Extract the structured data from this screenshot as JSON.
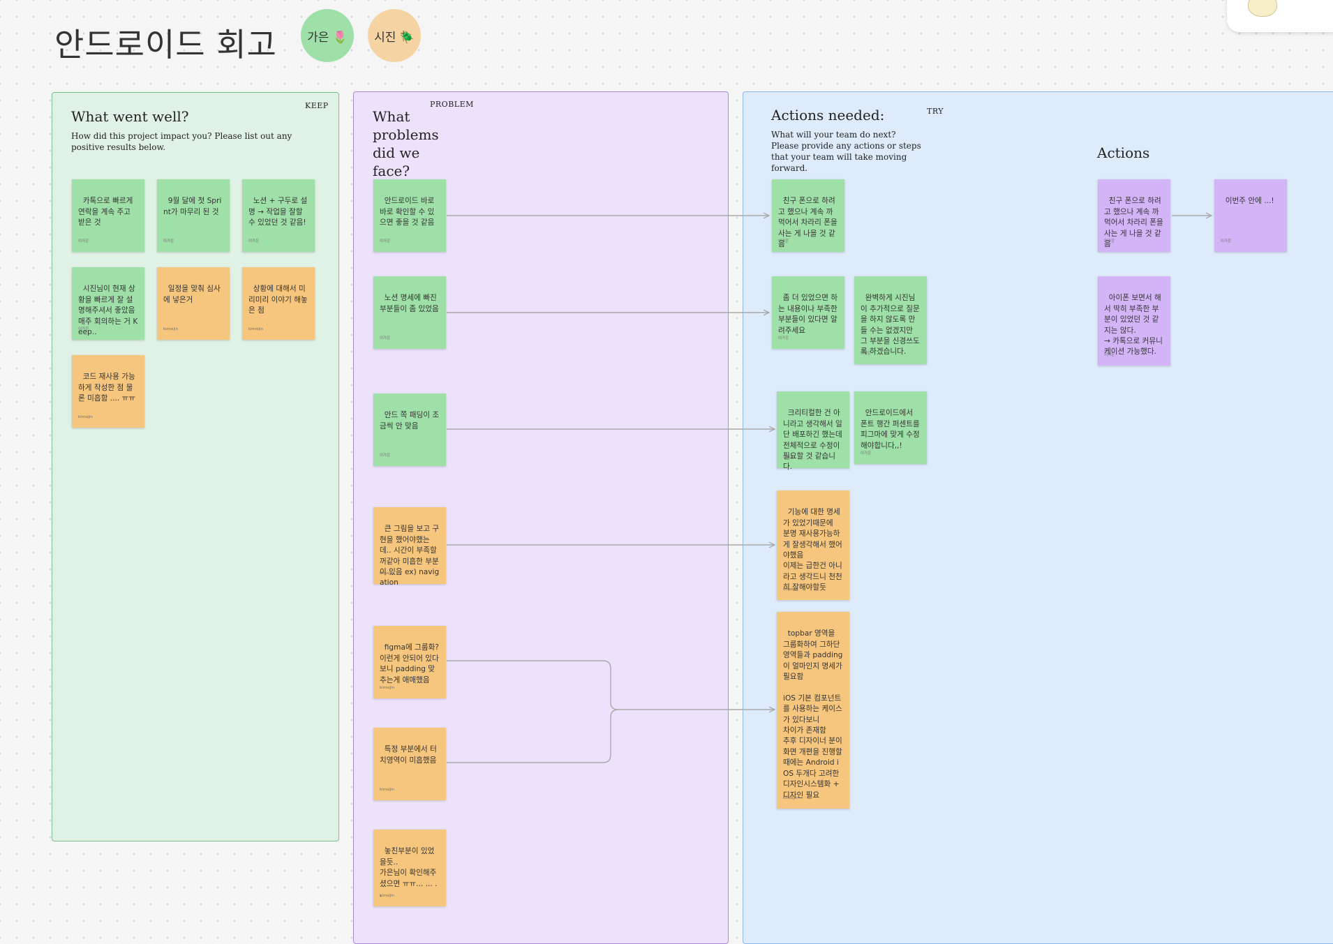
{
  "board": {
    "title": "안드로이드 회고"
  },
  "avatars": [
    {
      "label": "가은 🌷",
      "color": "#9fe0a8"
    },
    {
      "label": "시진 🪲",
      "color": "#f6d3a3"
    }
  ],
  "sections": {
    "keep": {
      "tag": "KEEP",
      "heading": "What went well?",
      "description": "How did this project impact you? Please list out any positive results below.",
      "notes": [
        {
          "text": "카톡으로 빠르게 연락을 계속 주고 받은 것",
          "author": "이가은",
          "color": "green"
        },
        {
          "text": "9월 달에 첫 Sprint가 마무리 된 것",
          "author": "이가은",
          "color": "green"
        },
        {
          "text": "노션 + 구두로 설명 → 작업을 잘할 수 있었던 것 같음!",
          "author": "이가은",
          "color": "green"
        },
        {
          "text": "시진님이 현재 상황을 빠르게 잘 설명해주셔서 좋았음 매주 회의하는 거 Keep..",
          "author": "이가은",
          "color": "green"
        },
        {
          "text": "일정을 맞춰 심사에 넣은거",
          "author": "kimsijin",
          "color": "orange"
        },
        {
          "text": "상황에 대해서 미리미리 이야기 해놓은 점",
          "author": "kimsijin",
          "color": "orange"
        },
        {
          "text": "코드 재사용 가능하게 작성한 점 물론 미흡함 .... ㅠㅠ",
          "author": "kimsijin",
          "color": "orange"
        }
      ]
    },
    "problem": {
      "tag": "PROBLEM",
      "heading": "What problems did we face?",
      "notes": [
        {
          "text": "안드로이드 바로바로 확인할 수 있으면 좋을 것 같음",
          "author": "이가은",
          "color": "green"
        },
        {
          "text": "노션 명세에 빠진 부분들이 좀 있었음",
          "author": "이가은",
          "color": "green"
        },
        {
          "text": "안드 쪽 패딩이 조금씩 안 맞음",
          "author": "이가은",
          "color": "green"
        },
        {
          "text": "큰 그림을 보고 구현을 했어야했는데.. 시간이 부족할꺼같아 미흡한 부분이 있음 ex) navigation",
          "author": "kimsijin",
          "color": "orange"
        },
        {
          "text": "figma에 그룹화? 이런게 안되어 있다보니 padding 맞추는게 애매했음",
          "author": "kimsijin",
          "color": "orange"
        },
        {
          "text": "특정 부분에서 터치영역이 미흡했음",
          "author": "kimsijin",
          "color": "orange"
        },
        {
          "text": "놓친부분이 있었을듯..\n가은님이 확인해주셨으면 ㅠㅠ... ... .\n.",
          "author": "kimsijin",
          "color": "orange"
        }
      ]
    },
    "try": {
      "tag": "TRY",
      "heading": "Actions needed:",
      "description": "What will your team do next? Please provide any actions or steps that your team will take moving forward.",
      "actions_heading": "Actions",
      "notes": [
        {
          "text": "친구 폰으로 하려고 했으나 계속 까먹어서 차라리 폰을 사는 게 나을 것 같음",
          "author": "이가은",
          "color": "green"
        },
        {
          "text": "좀 더 있었으면 하는 내용이나 부족한 부분들이 있다면 알려주세요",
          "author": "이가은",
          "color": "green"
        },
        {
          "text": "완벽하게 시진님이 추가적으로 질문을 하지 않도록 만들 수는 없겠지만 그 부분을 신경쓰도록 하겠습니다.",
          "author": "이가은",
          "color": "green"
        },
        {
          "text": "크리티컬한 건 아니라고 생각해서 일단 배포하긴 했는데 전체적으로 수정이 필요할 것 같습니다.",
          "author": "이가은",
          "color": "green"
        },
        {
          "text": "안드로이드에서 폰트 행간 퍼센트를 피그마에 맞게 수정해야합니다,,!",
          "author": "이가은",
          "color": "green"
        },
        {
          "text": "기능에 대한 명세가 있었기때문에\n분명 재사용가능하게 잘생각해서 했어야했음\n이제는 급한건 아니라고 생각드니 천천히 잘해야할듯",
          "author": "kimsijin",
          "color": "orange"
        },
        {
          "text": "topbar 영역을 그룹화하여 그하단 영역들과 padding이 얼마인지 명세가 필요함\n\niOS 기본 컴포넌트를 사용하는 케이스가 있다보니\n차이가 존재함\n추후 디자이너 분이 화면 개편을 진행할 때에는 Android iOS 두개다 고려한 디자인시스템화 + 디자인 필요",
          "author": "kimsijin",
          "color": "orange"
        },
        {
          "text": "친구 폰으로 하려고 했으나 계속 까먹어서 차라리 폰을 사는 게 나을 것 같음",
          "author": "이가은",
          "color": "purple"
        },
        {
          "text": "이번주 안에 ...!",
          "author": "이가은",
          "color": "purple"
        },
        {
          "text": "아이폰 보면서 해서 딱히 부족한 부분이 있었던 것 같지는 않다.\n→ 카톡으로 커뮤니케이션 가능했다.",
          "author": "이가은",
          "color": "purple"
        }
      ]
    }
  },
  "colors": {
    "keep_bg": "#e0f1e5",
    "problem_bg": "#ece2fb",
    "try_bg": "#ddebfb",
    "sticky_green": "#9fe0a8",
    "sticky_orange": "#f6c67e",
    "sticky_purple": "#d3b5f7",
    "connector": "#a9a9a9"
  }
}
